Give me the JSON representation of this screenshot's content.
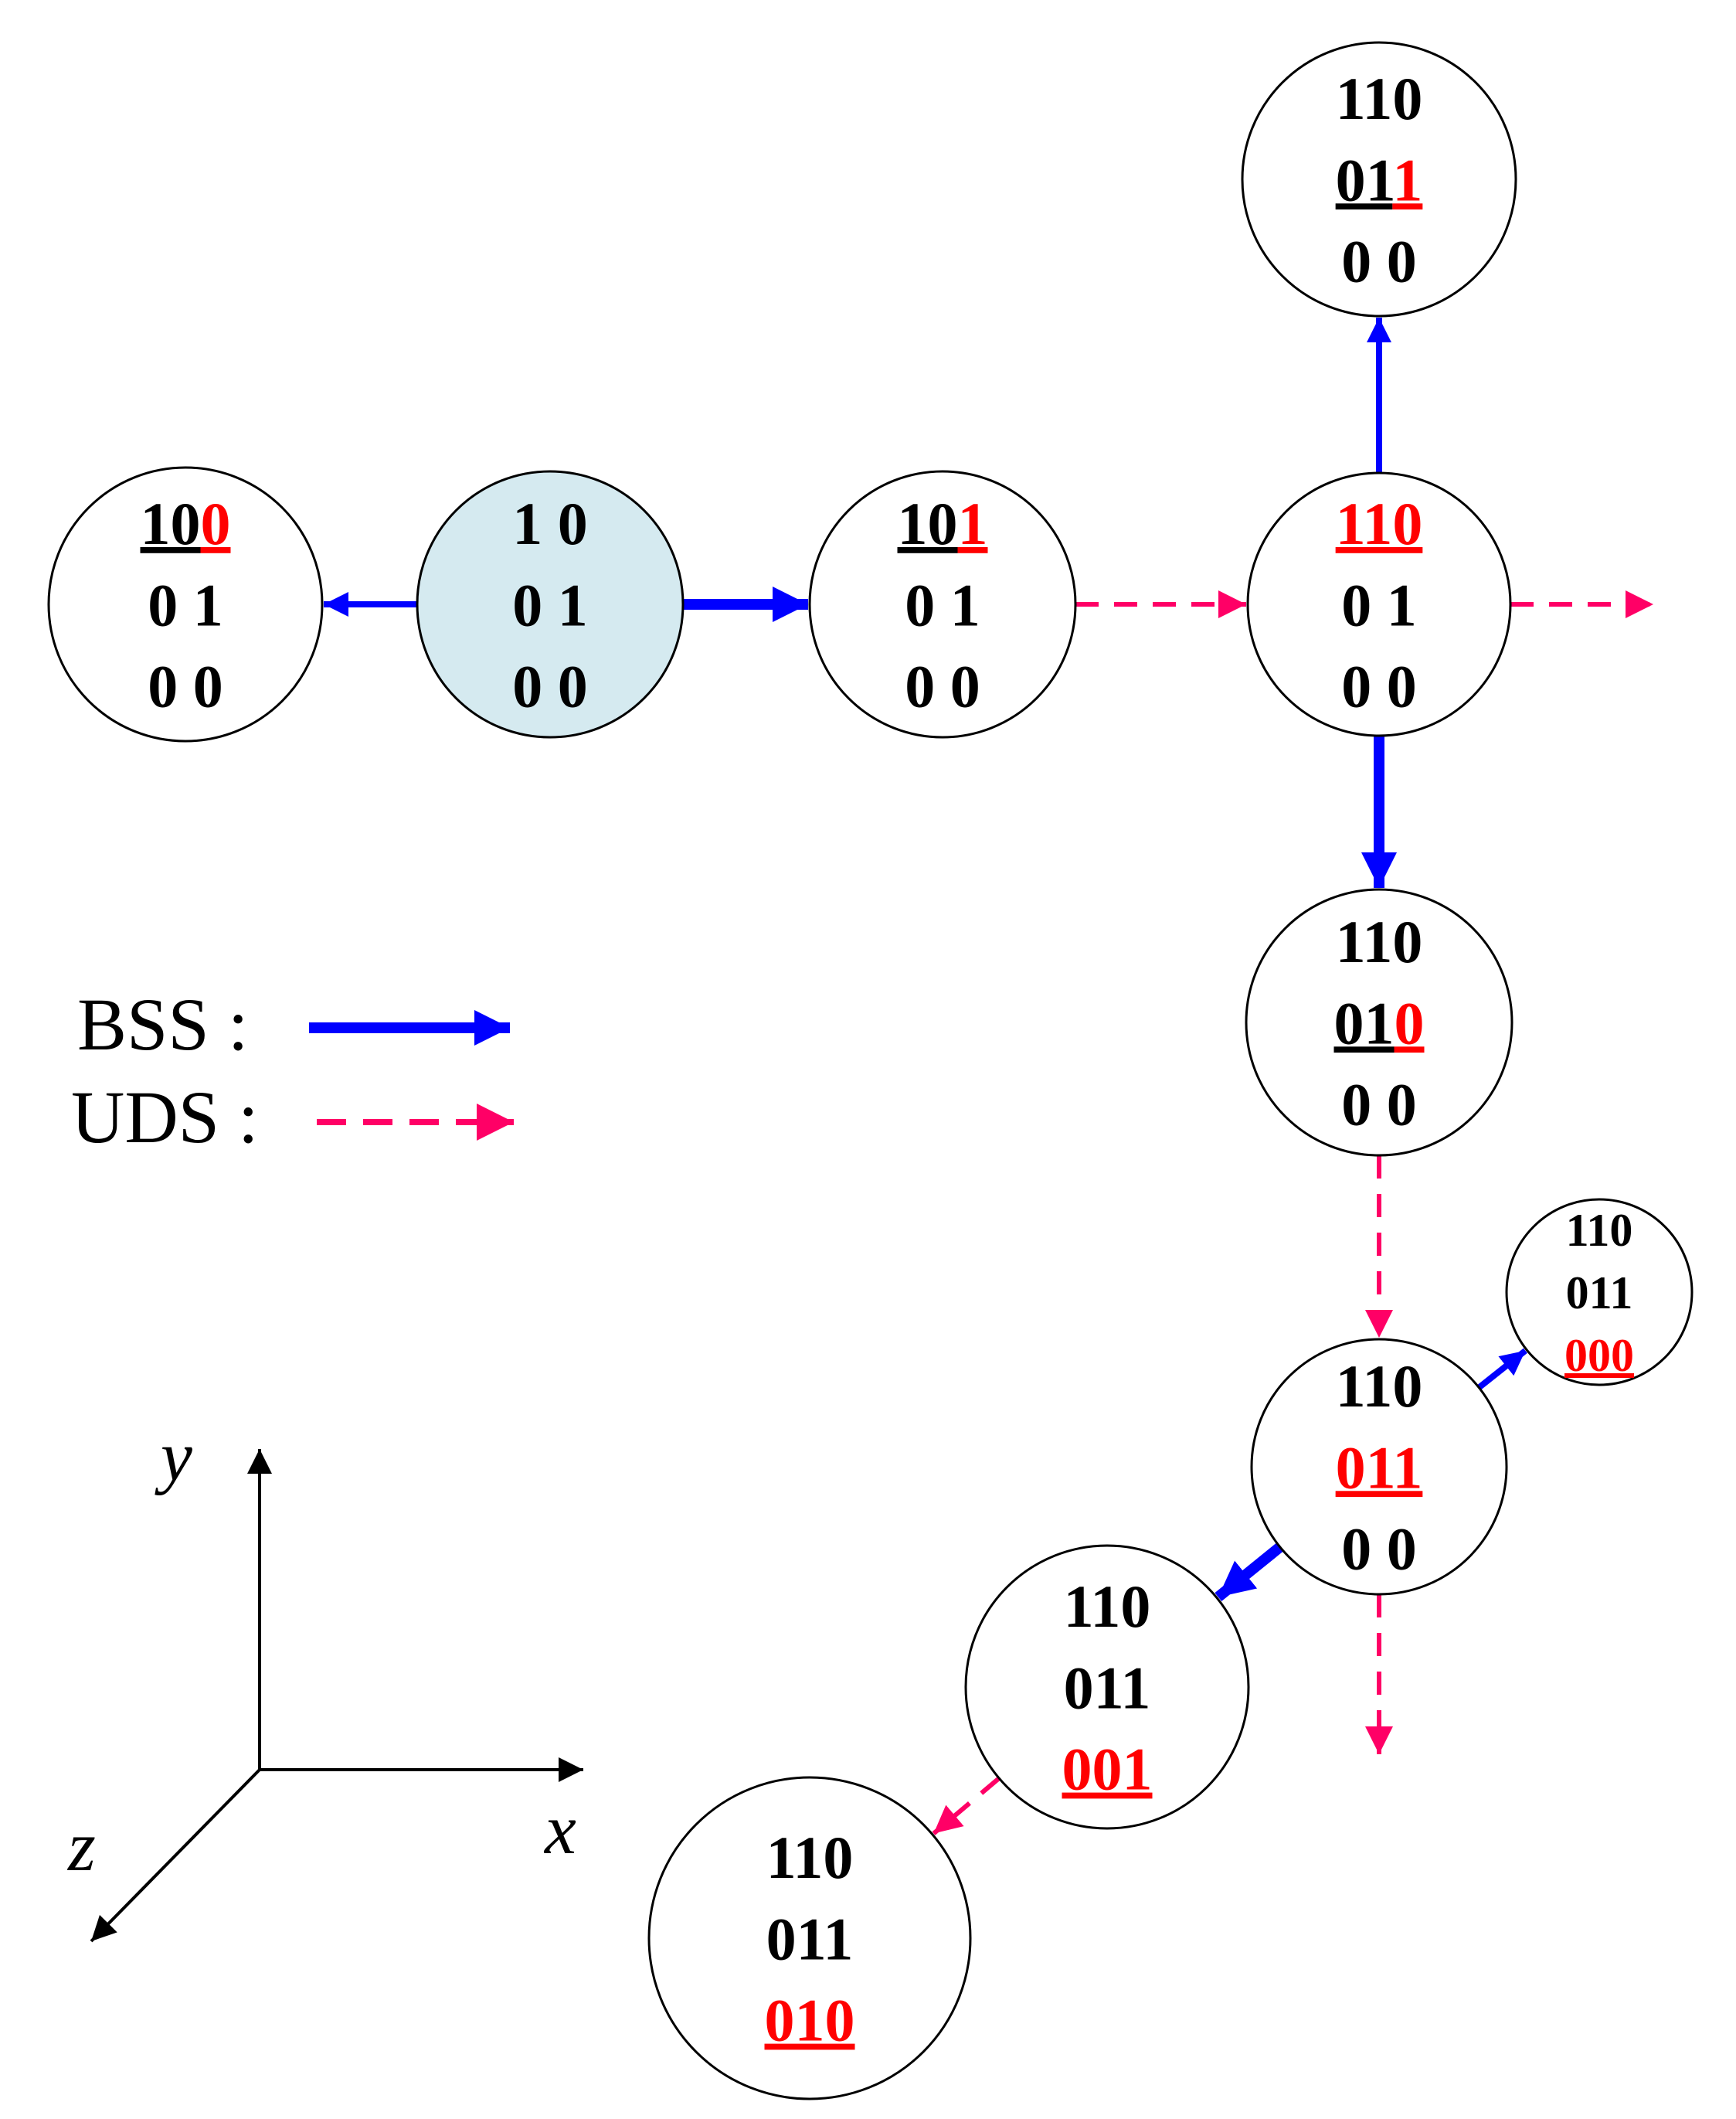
{
  "colors": {
    "bss": "#0000ff",
    "uds": "#ff0066",
    "highlight": "#ff0000",
    "start_fill": "#d5eaf0",
    "text": "#000000"
  },
  "legend": {
    "bss_label": "BSS :",
    "uds_label": "UDS :"
  },
  "axes": {
    "x": "x",
    "y": "y",
    "z": "z"
  },
  "nodes": [
    {
      "id": "n-110-011-00",
      "lines": [
        [
          {
            "t": "110"
          }
        ],
        [
          {
            "t": "01",
            "u": true
          },
          {
            "t": "1",
            "u": true,
            "red": true
          }
        ],
        [
          {
            "t": "0 0"
          }
        ]
      ]
    },
    {
      "id": "n-100-01-00",
      "lines": [
        [
          {
            "t": "10",
            "u": true
          },
          {
            "t": "0",
            "u": true,
            "red": true
          }
        ],
        [
          {
            "t": "0 1"
          }
        ],
        [
          {
            "t": "0 0"
          }
        ]
      ]
    },
    {
      "id": "n-start",
      "start": true,
      "lines": [
        [
          {
            "t": "1 0"
          }
        ],
        [
          {
            "t": "0 1"
          }
        ],
        [
          {
            "t": "0 0"
          }
        ]
      ]
    },
    {
      "id": "n-101-01-00",
      "lines": [
        [
          {
            "t": "10",
            "u": true
          },
          {
            "t": "1",
            "u": true,
            "red": true
          }
        ],
        [
          {
            "t": "0 1"
          }
        ],
        [
          {
            "t": "0 0"
          }
        ]
      ]
    },
    {
      "id": "n-110-01-00",
      "lines": [
        [
          {
            "t": "110",
            "u": true,
            "red": true
          }
        ],
        [
          {
            "t": "0 1"
          }
        ],
        [
          {
            "t": "0 0"
          }
        ]
      ]
    },
    {
      "id": "n-110-010-00",
      "lines": [
        [
          {
            "t": "110"
          }
        ],
        [
          {
            "t": "01",
            "u": true
          },
          {
            "t": "0",
            "u": true,
            "red": true
          }
        ],
        [
          {
            "t": "0 0"
          }
        ]
      ]
    },
    {
      "id": "n-110-011-000",
      "lines": [
        [
          {
            "t": "110"
          }
        ],
        [
          {
            "t": "011"
          }
        ],
        [
          {
            "t": "000",
            "u": true,
            "red": true
          }
        ]
      ]
    },
    {
      "id": "n-110-011-00-b",
      "lines": [
        [
          {
            "t": "110"
          }
        ],
        [
          {
            "t": "011",
            "u": true,
            "red": true
          }
        ],
        [
          {
            "t": "0 0"
          }
        ]
      ]
    },
    {
      "id": "n-110-011-001",
      "lines": [
        [
          {
            "t": "110"
          }
        ],
        [
          {
            "t": "011"
          }
        ],
        [
          {
            "t": "001",
            "u": true,
            "red": true
          }
        ]
      ]
    },
    {
      "id": "n-110-011-010",
      "lines": [
        [
          {
            "t": "110"
          }
        ],
        [
          {
            "t": "011"
          }
        ],
        [
          {
            "t": "010",
            "u": true,
            "red": true
          }
        ]
      ]
    }
  ],
  "edges": [
    {
      "id": "e1",
      "type": "bss",
      "from": "n-start",
      "to": "n-100-01-00"
    },
    {
      "id": "e2",
      "type": "bss",
      "from": "n-start",
      "to": "n-101-01-00",
      "thick": true
    },
    {
      "id": "e3",
      "type": "uds",
      "from": "n-101-01-00",
      "to": "n-110-01-00"
    },
    {
      "id": "e4",
      "type": "uds",
      "from": "n-110-01-00",
      "to": "offscreen-right"
    },
    {
      "id": "e5",
      "type": "bss",
      "from": "n-110-01-00",
      "to": "n-110-011-00"
    },
    {
      "id": "e6",
      "type": "bss",
      "from": "n-110-01-00",
      "to": "n-110-010-00",
      "thick": true
    },
    {
      "id": "e7",
      "type": "uds",
      "from": "n-110-010-00",
      "to": "n-110-011-00-b"
    },
    {
      "id": "e8",
      "type": "bss",
      "from": "n-110-011-00-b",
      "to": "n-110-011-000"
    },
    {
      "id": "e9",
      "type": "bss",
      "from": "n-110-011-00-b",
      "to": "n-110-011-001",
      "thick": true
    },
    {
      "id": "e10",
      "type": "uds",
      "from": "n-110-011-00-b",
      "to": "offscreen-down"
    },
    {
      "id": "e11",
      "type": "uds",
      "from": "n-110-011-001",
      "to": "n-110-011-010"
    }
  ]
}
